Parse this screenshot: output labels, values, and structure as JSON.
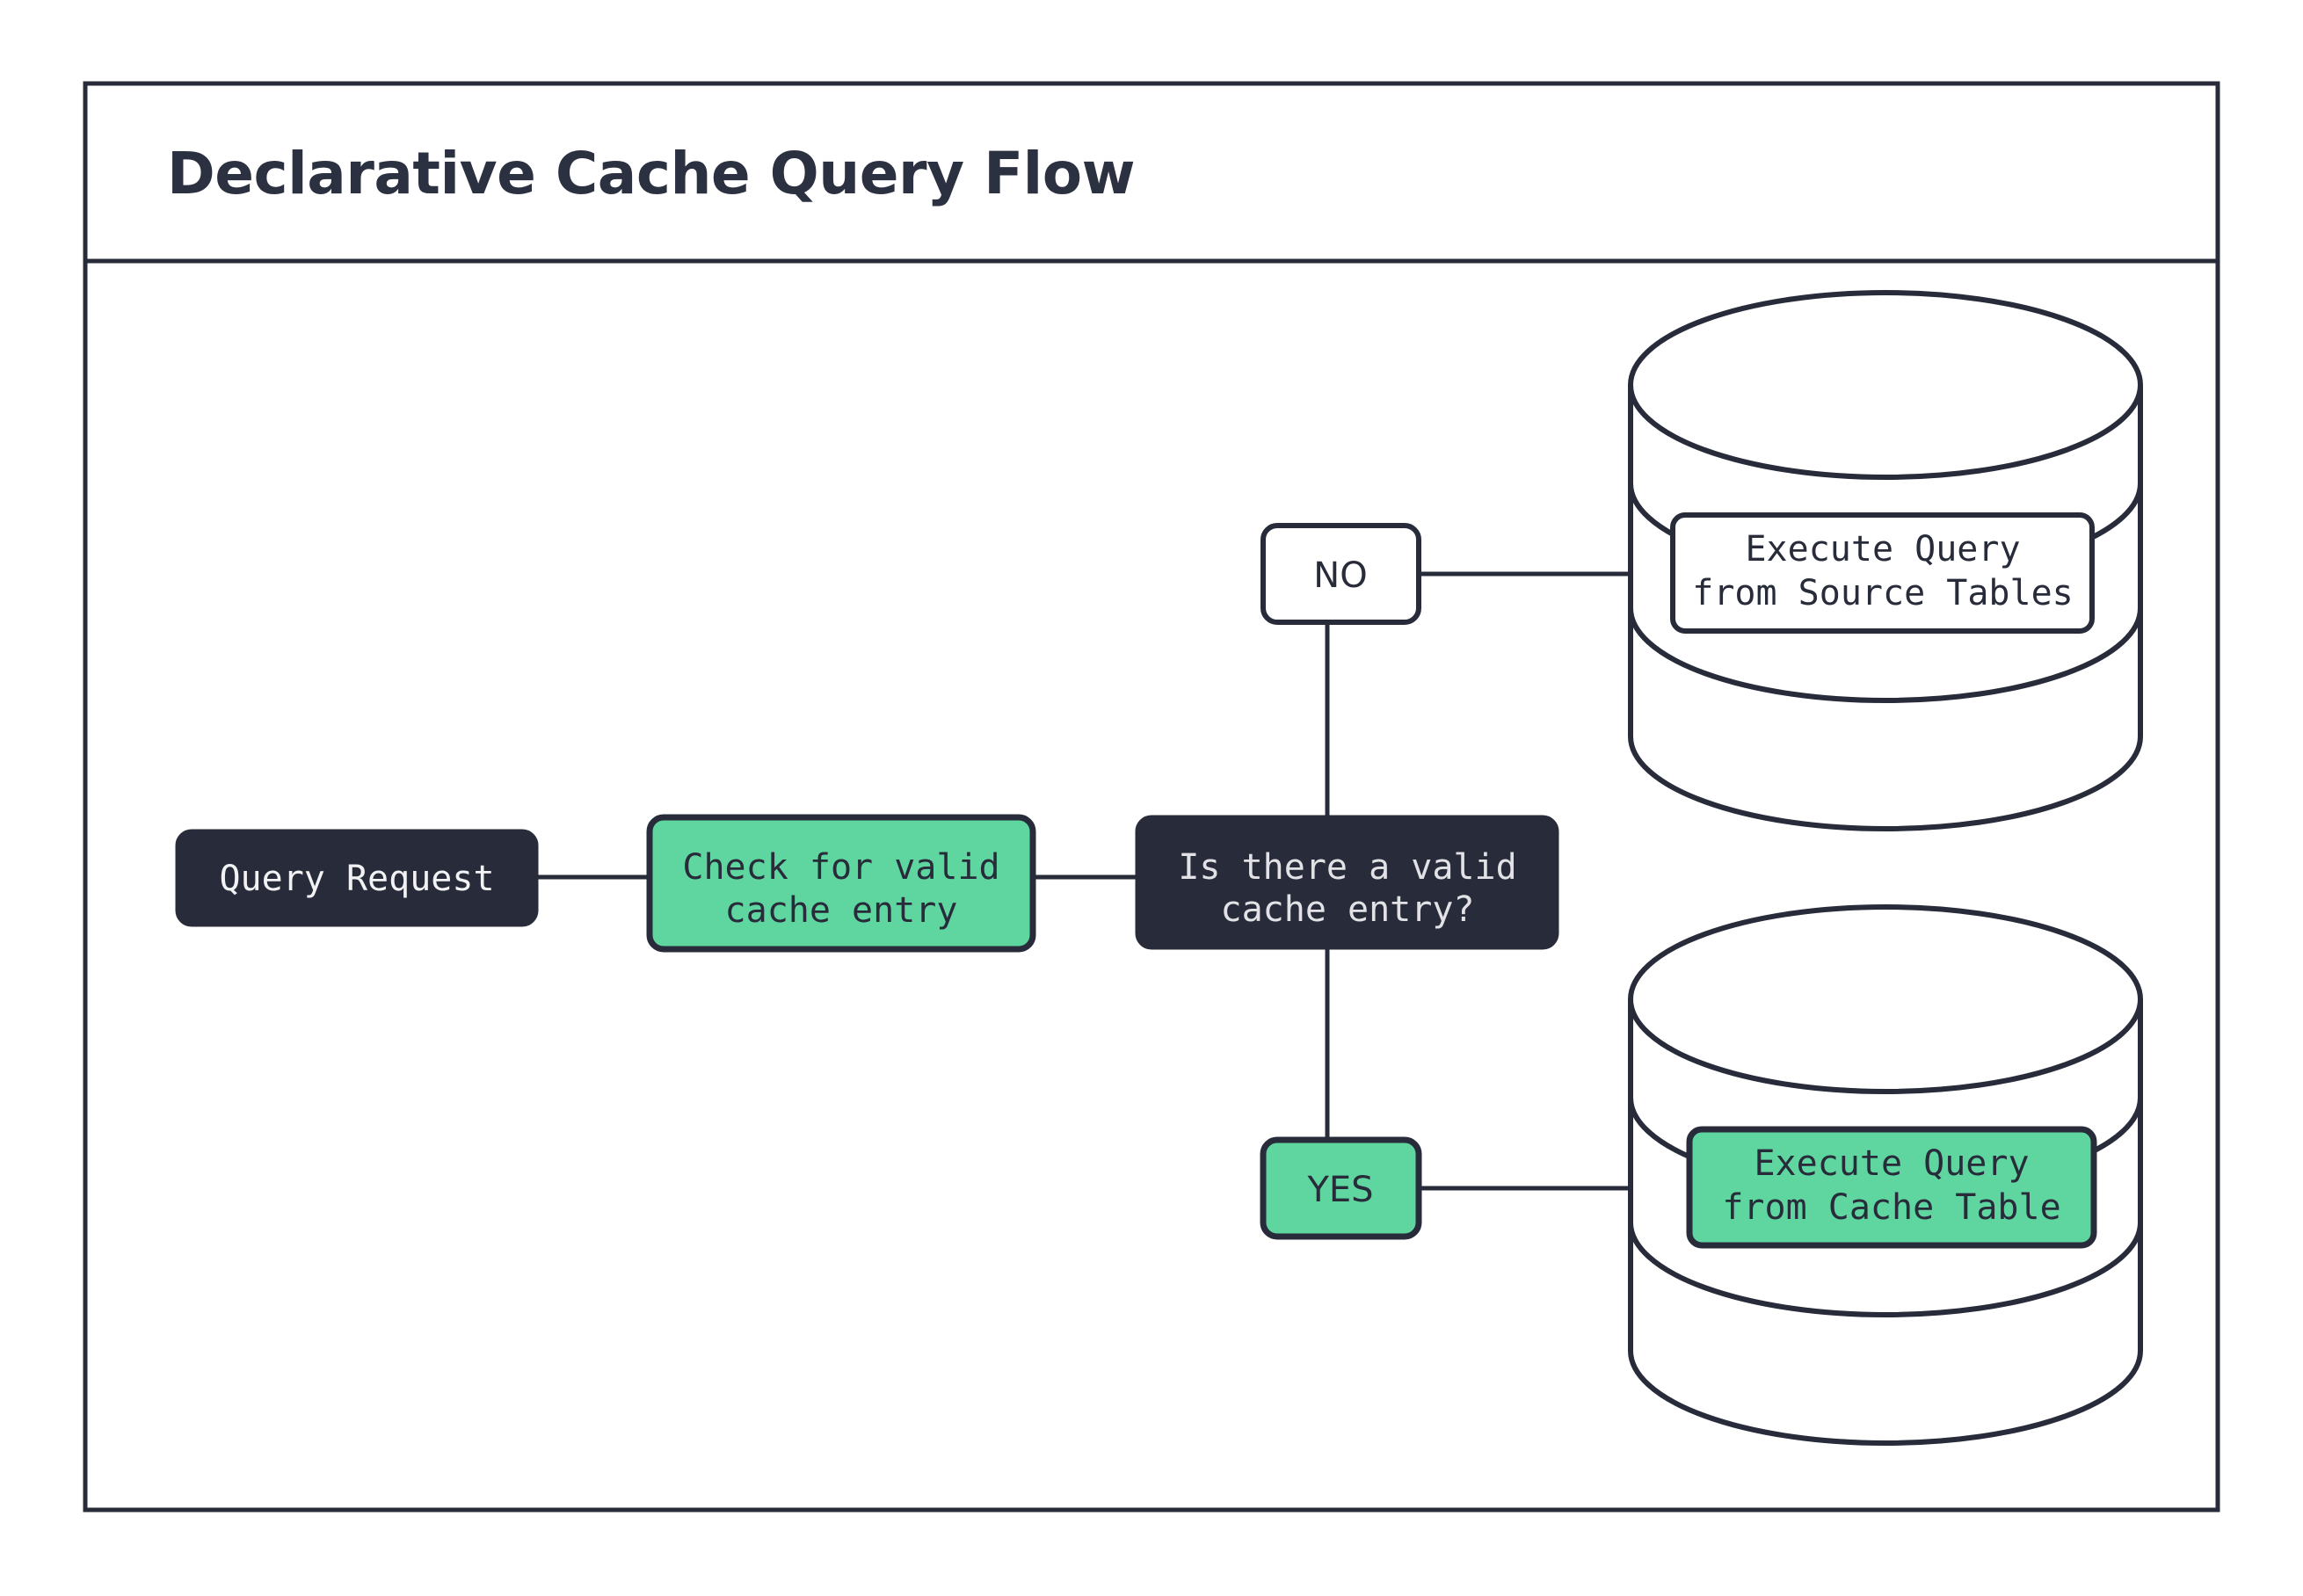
{
  "diagram": {
    "title": "Declarative Cache Query Flow",
    "background_color": "#ffffff",
    "border_color": "#282c3a",
    "accent_green": "#5fd6a0",
    "accent_dark": "#282c3a",
    "nodes": {
      "query_request": {
        "label": "Query Request",
        "shape": "rounded-rect",
        "fill": "#282c3a",
        "text_color": "#ffffff"
      },
      "check_cache": {
        "line1": "Check for valid",
        "line2": "cache entry",
        "shape": "rounded-rect",
        "fill": "#5fd6a0",
        "text_color": "#282c3a"
      },
      "decision": {
        "line1": "Is there a valid",
        "line2": "cache entry?",
        "shape": "rounded-rect",
        "fill": "#282c3a",
        "text_color": "#e2e2e6"
      },
      "branch_no": {
        "label": "NO",
        "shape": "rounded-rect",
        "fill": "#ffffff",
        "text_color": "#282c3a"
      },
      "branch_yes": {
        "label": "YES",
        "shape": "rounded-rect",
        "fill": "#5fd6a0",
        "text_color": "#282c3a"
      },
      "source_tables": {
        "line1": "Execute Query",
        "line2": "from Source Tables",
        "shape": "database-cylinder",
        "fill": "#ffffff",
        "text_color": "#282c3a"
      },
      "cache_table": {
        "line1": "Execute Query",
        "line2": "from Cache Table",
        "shape": "database-cylinder",
        "fill": "#5fd6a0",
        "text_color": "#282c3a"
      }
    },
    "edges": [
      {
        "from": "query_request",
        "to": "check_cache"
      },
      {
        "from": "check_cache",
        "to": "decision"
      },
      {
        "from": "decision",
        "to": "branch_no"
      },
      {
        "from": "branch_no",
        "to": "source_tables"
      },
      {
        "from": "decision",
        "to": "branch_yes"
      },
      {
        "from": "branch_yes",
        "to": "cache_table"
      }
    ]
  }
}
